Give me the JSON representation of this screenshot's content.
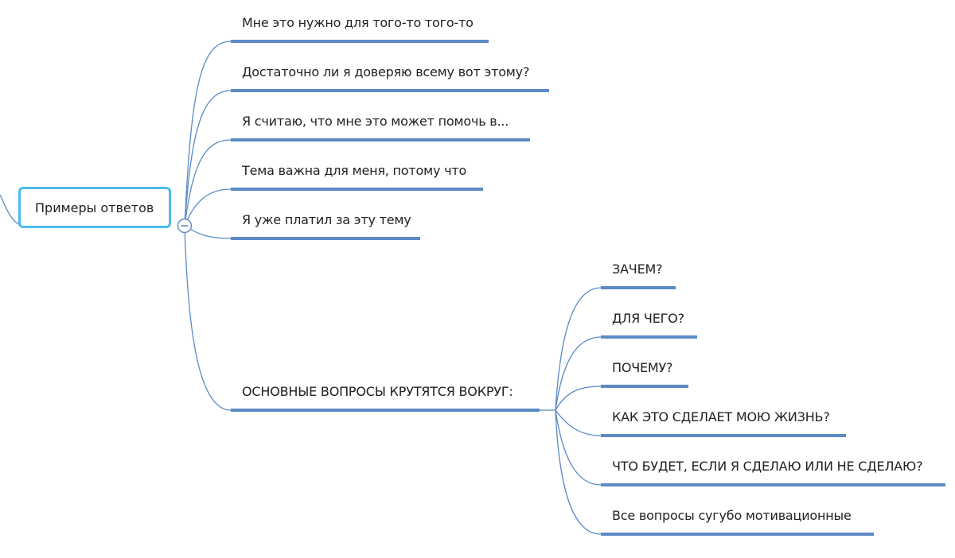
{
  "mindmap": {
    "root": {
      "label": "Примеры ответов",
      "collapse_glyph": "−"
    },
    "branches": [
      {
        "label": "Мне это нужно для того-то того-то"
      },
      {
        "label": "Достаточно ли я доверяю всему вот этому?"
      },
      {
        "label": "Я считаю, что мне это может помочь в..."
      },
      {
        "label": "Тема важна для меня, потому что"
      },
      {
        "label": "Я уже платил за эту тему"
      },
      {
        "label": "ОСНОВНЫЕ ВОПРОСЫ КРУТЯТСЯ ВОКРУГ:",
        "children": [
          {
            "label": "ЗАЧЕМ?"
          },
          {
            "label": "ДЛЯ ЧЕГО?"
          },
          {
            "label": "ПОЧЕМУ?"
          },
          {
            "label": "КАК ЭТО СДЕЛАЕТ МОЮ ЖИЗНЬ?"
          },
          {
            "label": "ЧТО БУДЕТ, ЕСЛИ Я СДЕЛАЮ ИЛИ НЕ СДЕЛАЮ?"
          },
          {
            "label": "Все вопросы сугубо мотивационные"
          }
        ]
      }
    ],
    "colors": {
      "connector": "#5b8ac6",
      "underline": "#5b8ac6",
      "root_border": "#4dbbe8",
      "text": "#222222"
    }
  }
}
